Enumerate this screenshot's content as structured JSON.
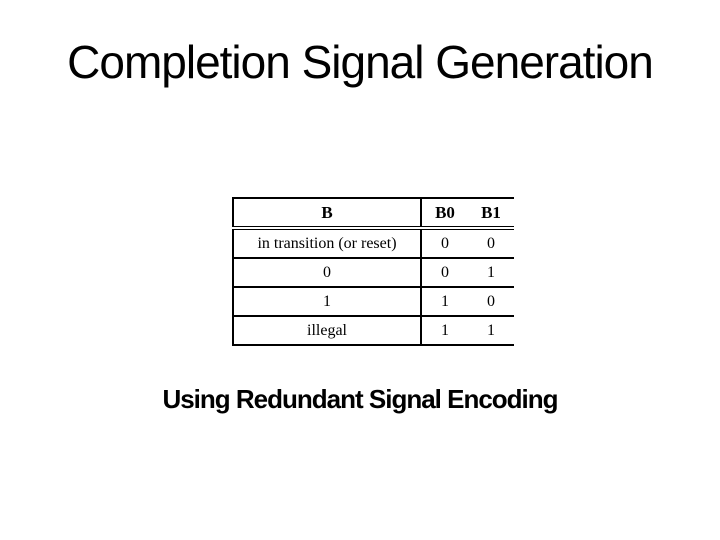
{
  "slide": {
    "title": "Completion Signal Generation",
    "caption": "Using Redundant Signal Encoding"
  },
  "table": {
    "headers": [
      "B",
      "B0",
      "B1"
    ],
    "rows": [
      {
        "b": "in transition (or reset)",
        "b0": "0",
        "b1": "0"
      },
      {
        "b": "0",
        "b0": "0",
        "b1": "1"
      },
      {
        "b": "1",
        "b0": "1",
        "b1": "0"
      },
      {
        "b": "illegal",
        "b0": "1",
        "b1": "1"
      }
    ]
  },
  "colors": {
    "background": "#ffffff",
    "text": "#000000",
    "table_border": "#000000"
  }
}
